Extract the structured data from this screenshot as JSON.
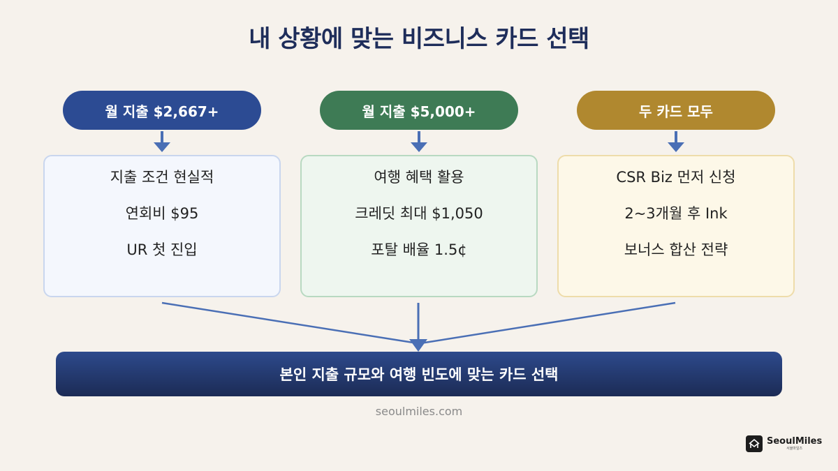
{
  "title": "내 상황에 맞는 비즈니스 카드 선택",
  "columns": [
    {
      "header": "월 지출 $2,667+",
      "color": "#2c4b93",
      "lines": [
        "지출 조건 현실적",
        "연회비 $95",
        "UR 첫 진입"
      ]
    },
    {
      "header": "월 지출 $5,000+",
      "color": "#3e7b55",
      "lines": [
        "여행 혜택 활용",
        "크레딧 최대 $1,050",
        "포탈 배율 1.5¢"
      ]
    },
    {
      "header": "두 카드 모두",
      "color": "#b0882f",
      "lines": [
        "CSR Biz 먼저 신청",
        "2~3개월 후 Ink",
        "보너스 합산 전략"
      ]
    }
  ],
  "result": "본인 지출 규모와 여행 빈도에 맞는 카드 선택",
  "website": "seoulmiles.com",
  "logo": {
    "name": "SeoulMiles",
    "subtitle": "서울마일즈",
    "icon": "house-m-icon"
  },
  "colors": {
    "background": "#f6f2ec",
    "title": "#1e2d5a",
    "arrow": "#4a6fb5"
  }
}
